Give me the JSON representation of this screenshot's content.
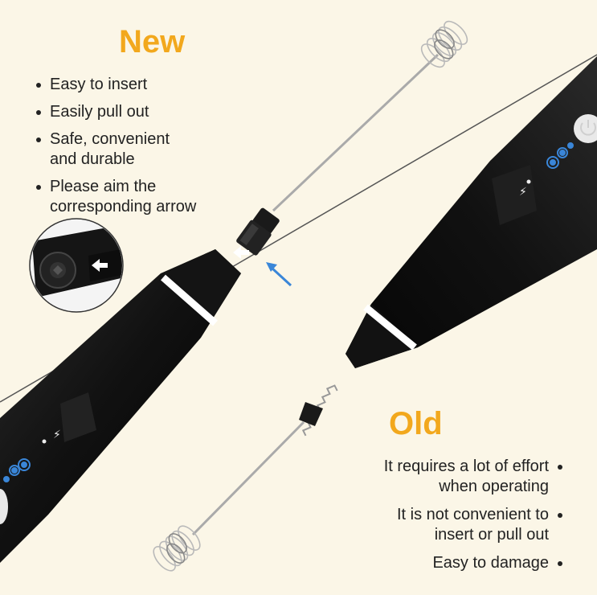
{
  "new_section": {
    "title": "New",
    "bullets": [
      {
        "line1": "Easy to insert",
        "line2": ""
      },
      {
        "line1": "Easily pull out",
        "line2": ""
      },
      {
        "line1": "Safe, convenient",
        "line2": "and durable"
      },
      {
        "line1": "Please aim the",
        "line2": "corresponding arrow"
      }
    ]
  },
  "old_section": {
    "title": "Old",
    "bullets": [
      {
        "line1": "It requires a lot of effort",
        "line2": "when operating"
      },
      {
        "line1": "It is not convenient to",
        "line2": "insert or pull out"
      },
      {
        "line1": "Easy to damage",
        "line2": ""
      }
    ]
  },
  "colors": {
    "background": "#fbf6e7",
    "title": "#f2a81d",
    "device_body": "#141414",
    "arrow": "#3a86d8"
  },
  "icons": [
    "power-icon",
    "lightning-icon",
    "speed-wave-icon",
    "insert-arrow-icon",
    "whisk-spring-icon"
  ]
}
